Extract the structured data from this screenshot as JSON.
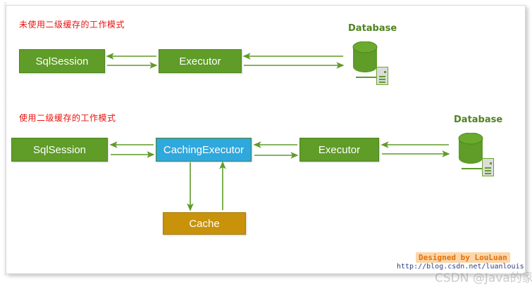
{
  "diagram": {
    "sections": [
      {
        "id": "no-second-level-cache",
        "title": "未使用二级缓存的工作模式",
        "nodes": [
          {
            "id": "sqlsession-1",
            "label": "SqlSession",
            "color": "#5f9c28",
            "style": "green"
          },
          {
            "id": "executor-1",
            "label": "Executor",
            "color": "#5f9c28",
            "style": "green"
          }
        ],
        "database": {
          "label": "Database",
          "color": "#4e8420"
        }
      },
      {
        "id": "with-second-level-cache",
        "title": "使用二级缓存的工作模式",
        "nodes": [
          {
            "id": "sqlsession-2",
            "label": "SqlSession",
            "color": "#5f9c28",
            "style": "green"
          },
          {
            "id": "cachingexecutor",
            "label": "CachingExecutor",
            "color": "#2fa8dd",
            "style": "blue"
          },
          {
            "id": "executor-2",
            "label": "Executor",
            "color": "#5f9c28",
            "style": "green"
          },
          {
            "id": "cache",
            "label": "Cache",
            "color": "#c8920a",
            "style": "gold"
          }
        ],
        "database": {
          "label": "Database",
          "color": "#4e8420"
        }
      }
    ],
    "arrow_color": "#5f9c28",
    "title_color": "#e8130f"
  },
  "watermark": {
    "designed_by": "Designed by LouLuan",
    "blog_url": "http://blog.csdn.net/luanlouis",
    "csdn": "CSDN @Java的家"
  }
}
